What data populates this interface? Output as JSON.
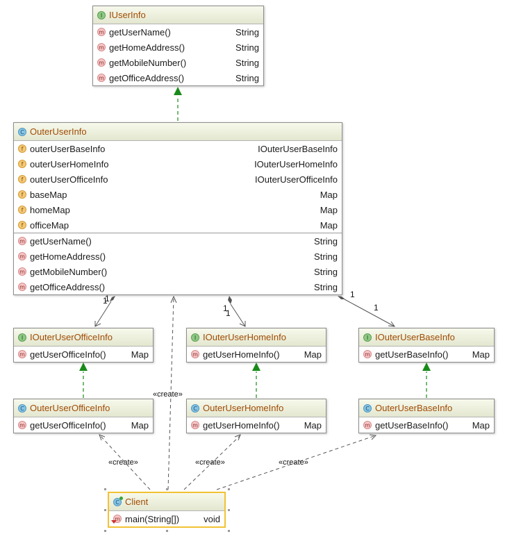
{
  "nodes": {
    "iuserinfo": {
      "title": "IUserInfo",
      "kind": "i",
      "methods": [
        {
          "name": "getUserName()",
          "type": "String"
        },
        {
          "name": "getHomeAddress()",
          "type": "String"
        },
        {
          "name": "getMobileNumber()",
          "type": "String"
        },
        {
          "name": "getOfficeAddress()",
          "type": "String"
        }
      ]
    },
    "outeruserinfo": {
      "title": "OuterUserInfo",
      "kind": "c",
      "fields": [
        {
          "name": "outerUserBaseInfo",
          "type": "IOuterUserBaseInfo"
        },
        {
          "name": "outerUserHomeInfo",
          "type": "IOuterUserHomeInfo"
        },
        {
          "name": "outerUserOfficeInfo",
          "type": "IOuterUserOfficeInfo"
        },
        {
          "name": "baseMap",
          "type": "Map"
        },
        {
          "name": "homeMap",
          "type": "Map"
        },
        {
          "name": "officeMap",
          "type": "Map"
        }
      ],
      "methods": [
        {
          "name": "getUserName()",
          "type": "String"
        },
        {
          "name": "getHomeAddress()",
          "type": "String"
        },
        {
          "name": "getMobileNumber()",
          "type": "String"
        },
        {
          "name": "getOfficeAddress()",
          "type": "String"
        }
      ]
    },
    "iouteruserofficeinfo": {
      "title": "IOuterUserOfficeInfo",
      "kind": "i",
      "methods": [
        {
          "name": "getUserOfficeInfo()",
          "type": "Map"
        }
      ]
    },
    "iouteruserhomeinfo": {
      "title": "IOuterUserHomeInfo",
      "kind": "i",
      "methods": [
        {
          "name": "getUserHomeInfo()",
          "type": "Map"
        }
      ]
    },
    "iouteruserbaseinfo": {
      "title": "IOuterUserBaseInfo",
      "kind": "i",
      "methods": [
        {
          "name": "getUserBaseInfo()",
          "type": "Map"
        }
      ]
    },
    "outeruserofficeinfo": {
      "title": "OuterUserOfficeInfo",
      "kind": "c",
      "methods": [
        {
          "name": "getUserOfficeInfo()",
          "type": "Map"
        }
      ]
    },
    "outeruserhomeinfo": {
      "title": "OuterUserHomeInfo",
      "kind": "c",
      "methods": [
        {
          "name": "getUserHomeInfo()",
          "type": "Map"
        }
      ]
    },
    "outeruserbaseinfo": {
      "title": "OuterUserBaseInfo",
      "kind": "c",
      "methods": [
        {
          "name": "getUserBaseInfo()",
          "type": "Map"
        }
      ]
    },
    "client": {
      "title": "Client",
      "kind": "c",
      "methods": [
        {
          "name": "main(String[])",
          "type": "void"
        }
      ]
    }
  },
  "edge_labels": {
    "create": "«create»",
    "mult_one": "1"
  },
  "icons": {
    "interface": "I",
    "class": "C",
    "method": "m",
    "field": "f"
  },
  "colors": {
    "title": "#a14b04",
    "implements_arrow": "#1a8a1a",
    "selection": "#f2c232"
  }
}
